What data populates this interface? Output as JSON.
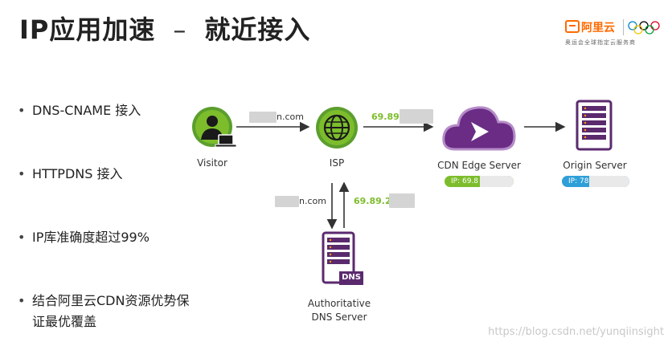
{
  "title": {
    "main": "IP应用加速",
    "dash": "–",
    "sub": "就近接入"
  },
  "logo": {
    "brand": "阿里云",
    "tagline": "奥运会全球指定云服务商"
  },
  "bullets": [
    "DNS-CNAME 接入",
    "HTTPDNS 接入",
    "IP库准确度超过99%",
    "结合阿里云CDN资源优势保证最优覆盖"
  ],
  "nodes": {
    "visitor": "Visitor",
    "isp": "ISP",
    "cdn": "CDN Edge Server",
    "origin": "Origin Server",
    "dns_line1": "Authoritative",
    "dns_line2": "DNS Server",
    "dns_badge": "DNS"
  },
  "edge_labels": {
    "visitor_isp": "n.com",
    "isp_cdn": "69.89.",
    "isp_dns_down": "n.com",
    "dns_isp_up": "69.89.2"
  },
  "pills": {
    "cdn_ip": "IP: 69.8",
    "origin_ip": "IP: 78."
  },
  "watermark": "https://blog.csdn.net/yunqiinsight",
  "colors": {
    "accent_green": "#7dbd2c",
    "visitor_green": "#5c9e2e",
    "server_purple": "#5b2a6e",
    "cdn_purple": "#6a2c85",
    "origin_blue": "#2e9fd8",
    "brand_orange": "#ff6a00"
  }
}
